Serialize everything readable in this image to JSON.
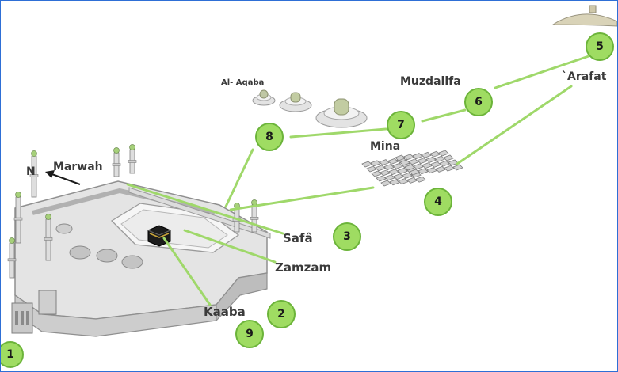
{
  "places": {
    "marwah": "Marwah",
    "safa": "Safâ",
    "zamzam": "Zamzam",
    "kaaba": "Kaaba",
    "mina": "Mina",
    "muzdalifa": "Muzdalifa",
    "arafat": "`Arafat",
    "al_aqaba": "Al- Aqaba"
  },
  "compass": {
    "north": "N"
  },
  "steps": [
    "1",
    "2",
    "3",
    "4",
    "5",
    "6",
    "7",
    "8",
    "9"
  ],
  "colors": {
    "route": "#9fd86a",
    "marker_fill": "#9fdc62",
    "marker_stroke": "#6cb43a",
    "building": "#d8d8d8",
    "building_dark": "#a9a9a9",
    "kaaba": "#1c1c1c",
    "frame": "#2e6fd6"
  }
}
